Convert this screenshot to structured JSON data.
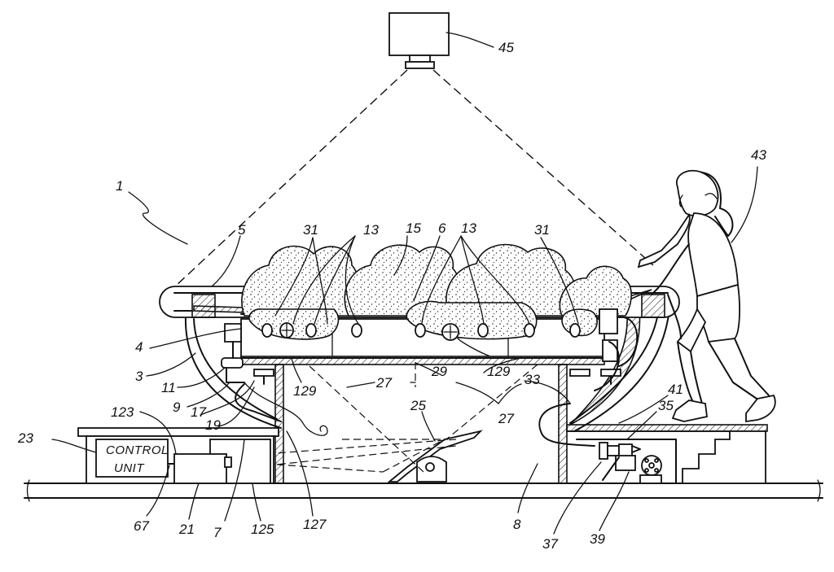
{
  "control_unit": {
    "line1": "CONTROL",
    "line2": "UNIT"
  },
  "reference_numerals": [
    {
      "id": "n45",
      "text": "45"
    },
    {
      "id": "n43",
      "text": "43"
    },
    {
      "id": "n1",
      "text": "1"
    },
    {
      "id": "n5",
      "text": "5"
    },
    {
      "id": "n31a",
      "text": "31"
    },
    {
      "id": "n13a",
      "text": "13"
    },
    {
      "id": "n15",
      "text": "15"
    },
    {
      "id": "n6",
      "text": "6"
    },
    {
      "id": "n13b",
      "text": "13"
    },
    {
      "id": "n31b",
      "text": "31"
    },
    {
      "id": "n4",
      "text": "4"
    },
    {
      "id": "n3",
      "text": "3"
    },
    {
      "id": "n11",
      "text": "11"
    },
    {
      "id": "n9",
      "text": "9"
    },
    {
      "id": "n17",
      "text": "17"
    },
    {
      "id": "n19",
      "text": "19"
    },
    {
      "id": "n123",
      "text": "123"
    },
    {
      "id": "n23",
      "text": "23"
    },
    {
      "id": "n129a",
      "text": "129"
    },
    {
      "id": "n27a",
      "text": "27"
    },
    {
      "id": "n29",
      "text": "29"
    },
    {
      "id": "n129b",
      "text": "129"
    },
    {
      "id": "n33",
      "text": "33"
    },
    {
      "id": "n41",
      "text": "41"
    },
    {
      "id": "n35",
      "text": "35"
    },
    {
      "id": "n25",
      "text": "25"
    },
    {
      "id": "n27b",
      "text": "27"
    },
    {
      "id": "n8",
      "text": "8"
    },
    {
      "id": "n67",
      "text": "67"
    },
    {
      "id": "n21",
      "text": "21"
    },
    {
      "id": "n7",
      "text": "7"
    },
    {
      "id": "n125",
      "text": "125"
    },
    {
      "id": "n127",
      "text": "127"
    },
    {
      "id": "n37",
      "text": "37"
    },
    {
      "id": "n39",
      "text": "39"
    }
  ]
}
